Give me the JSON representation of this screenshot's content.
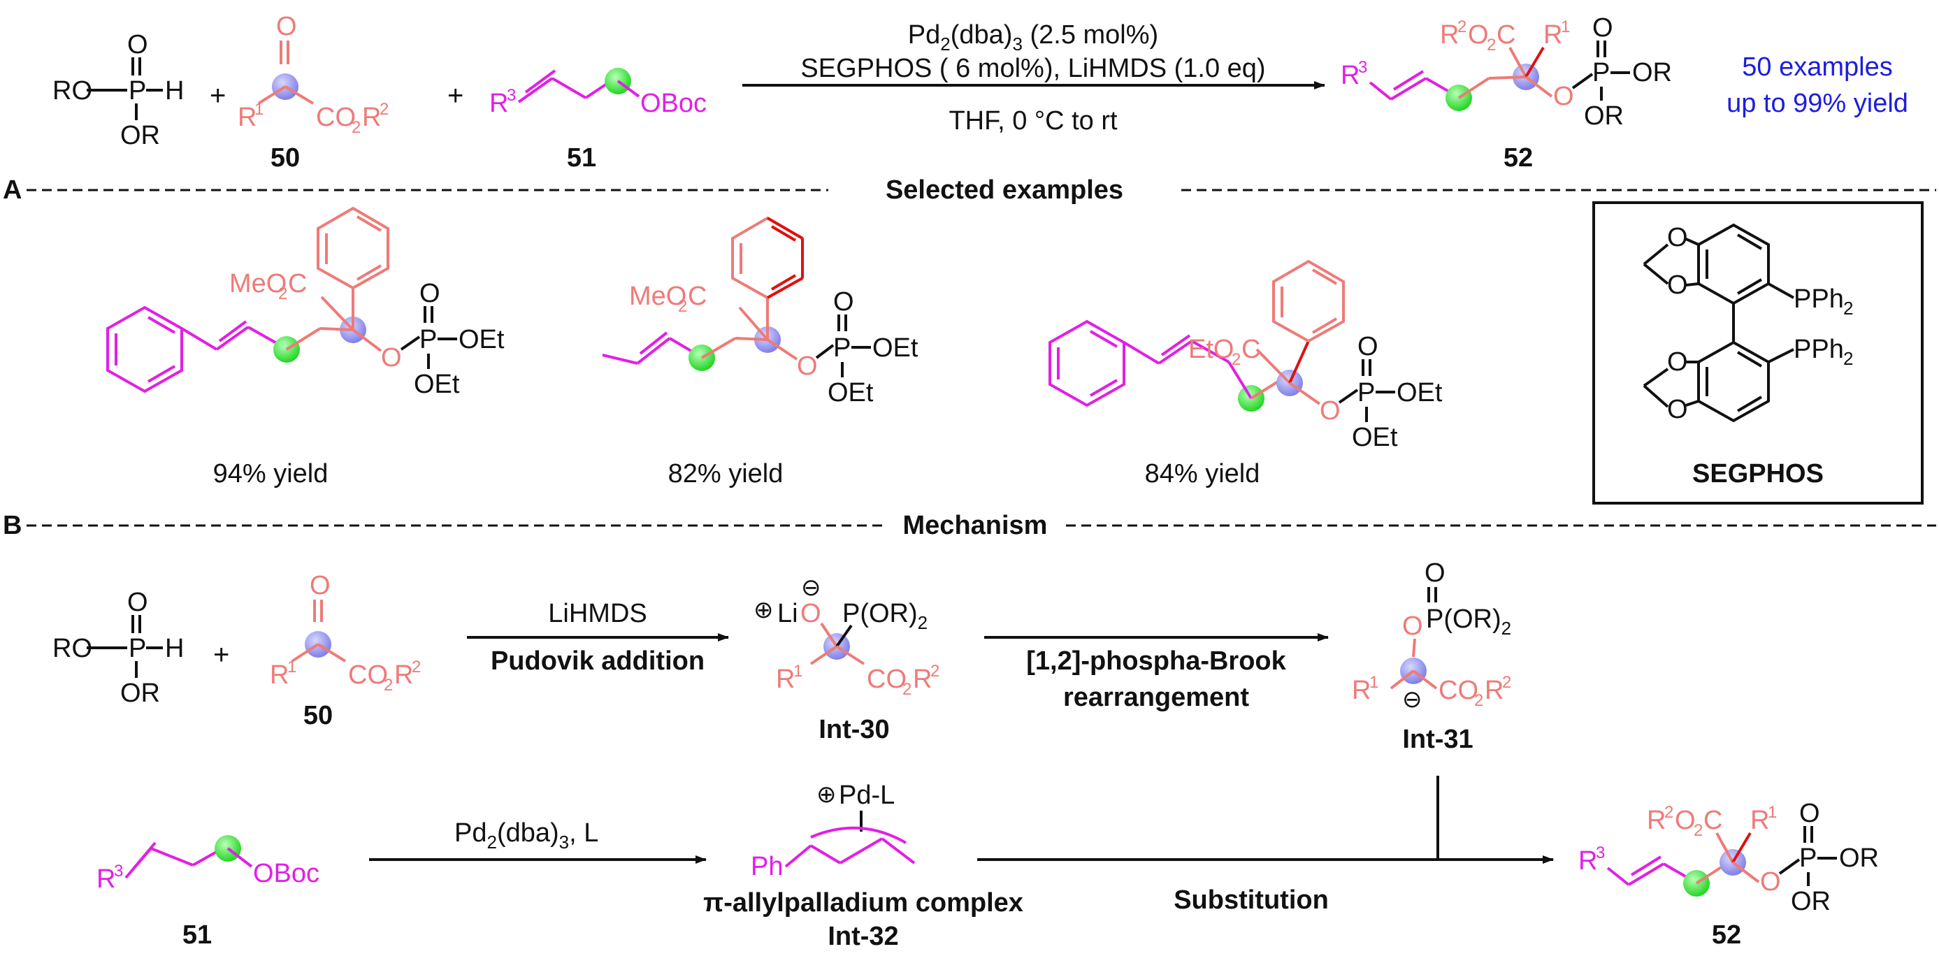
{
  "colors": {
    "black": "#111111",
    "salmon": "#ee7b78",
    "magenta": "#e21fe6",
    "blue": "#1d1de0",
    "red": "#e01010",
    "green_dot": "#3ee83e",
    "lavender_dot": "#8f8ff0"
  },
  "scheme": {
    "reagent_top": "Pd",
    "reagent_top_sub": "2",
    "reagent_top_mid": "(dba)",
    "reagent_top_sub2": "3",
    "reagent_top_tail": " (2.5 mol%)",
    "reagent_mid": "SEGPHOS ( 6 mol%), LiHMDS (1.0 eq)",
    "reagent_bottom": "THF,  0 °C to rt",
    "label_50": "50",
    "label_51": "51",
    "label_52": "52",
    "plus": "+",
    "examples_line1": "50 examples",
    "examples_line2": "up to 99% yield"
  },
  "sections": {
    "a_letter": "A",
    "a_title": "Selected examples",
    "b_letter": "B",
    "b_title": "Mechanism"
  },
  "examples": {
    "yield_1": "94% yield",
    "yield_2": "82% yield",
    "yield_3": "84% yield",
    "ester_1": "MeO",
    "ester_2": "MeO",
    "ester_3": "EtO",
    "segphos_label": "SEGPHOS",
    "pph2": "PPh"
  },
  "mechanism": {
    "arrow1_top": "LiHMDS",
    "arrow1_bottom": "Pudovik addition",
    "arrow2_top": "[1,2]-phospha-Brook",
    "arrow2_bottom": "rearrangement",
    "arrow3_top_a": "Pd",
    "arrow3_top_b": "(dba)",
    "arrow3_top_c": ", L",
    "int30": "Int-30",
    "int31": "Int-31",
    "int32": "Int-32",
    "allyl_label": "π-allylpalladium complex",
    "substitution": "Substitution",
    "pd_l": "Pd-L",
    "ph": "Ph",
    "label_50": "50",
    "label_51": "51",
    "label_52": "52"
  },
  "atoms": {
    "ro": "RO",
    "or": "OR",
    "oet": "OEt",
    "p": "P",
    "h": "H",
    "o": "O",
    "li": "Li",
    "r": "R",
    "co2": "CO",
    "obo": "OBoc",
    "c": "C",
    "por": "P(OR)",
    "plus_sign": "⊕",
    "minus_sign": "⊖"
  }
}
